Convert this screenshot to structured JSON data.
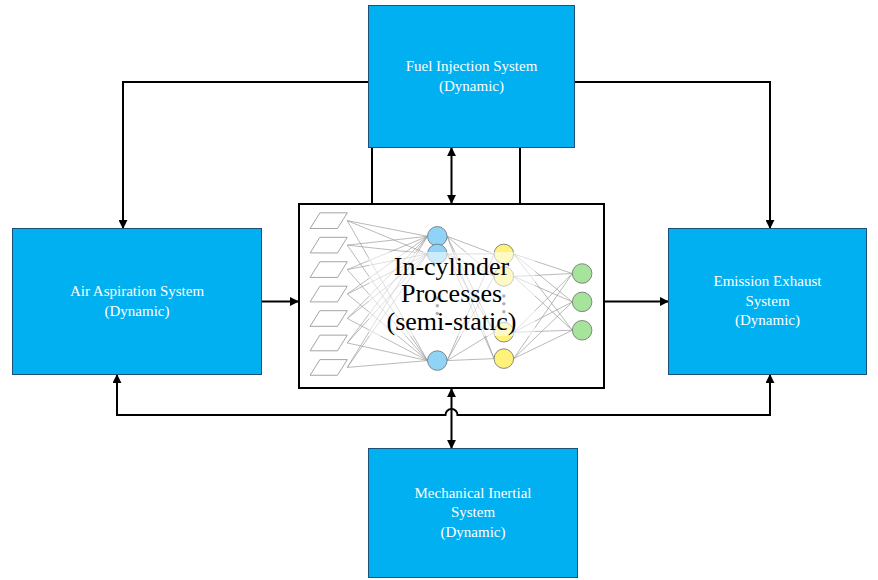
{
  "diagram": {
    "nodes": [
      {
        "text": [
          "Fuel Injection System",
          "(Dynamic)"
        ]
      },
      {
        "text": [
          "Air Aspiration System",
          "(Dynamic)"
        ]
      },
      {
        "text": [
          "In-cylinder Processes (semi-static)"
        ]
      },
      {
        "text": [
          "Emission Exhaust System",
          "(Dynamic)"
        ]
      },
      {
        "text": [
          "Mechanical Inertial System",
          "(Dynamic)"
        ]
      }
    ],
    "edges": [
      {
        "from": 0,
        "to": 2,
        "arrow": "both"
      },
      {
        "from": 2,
        "to": 1,
        "arrow": "to"
      },
      {
        "from": 2,
        "to": 3,
        "arrow": "to"
      },
      {
        "from": 1,
        "to": 2,
        "arrow": "to"
      },
      {
        "from": 2,
        "to": 3,
        "arrow": "to"
      },
      {
        "from": 1,
        "to": 3,
        "arrow": "both"
      },
      {
        "from": 2,
        "to": 4,
        "arrow": "both"
      }
    ]
  }
}
